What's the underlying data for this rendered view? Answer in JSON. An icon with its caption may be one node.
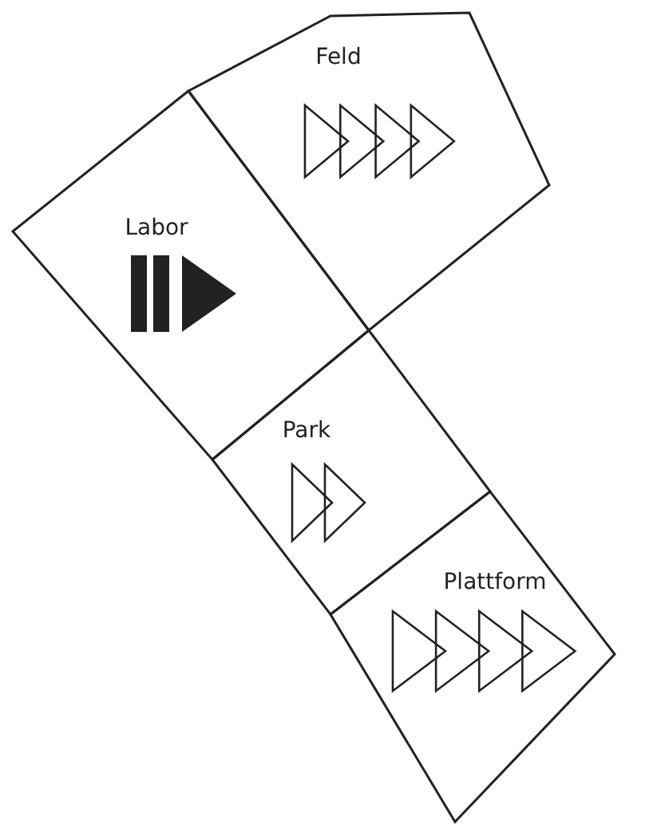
{
  "diagram": {
    "nodes": [
      {
        "text": [
          "Feld"
        ]
      },
      {
        "text": [
          "Labor"
        ]
      },
      {
        "text": [
          "Park"
        ]
      },
      {
        "text": [
          "Plattform"
        ]
      }
    ]
  }
}
